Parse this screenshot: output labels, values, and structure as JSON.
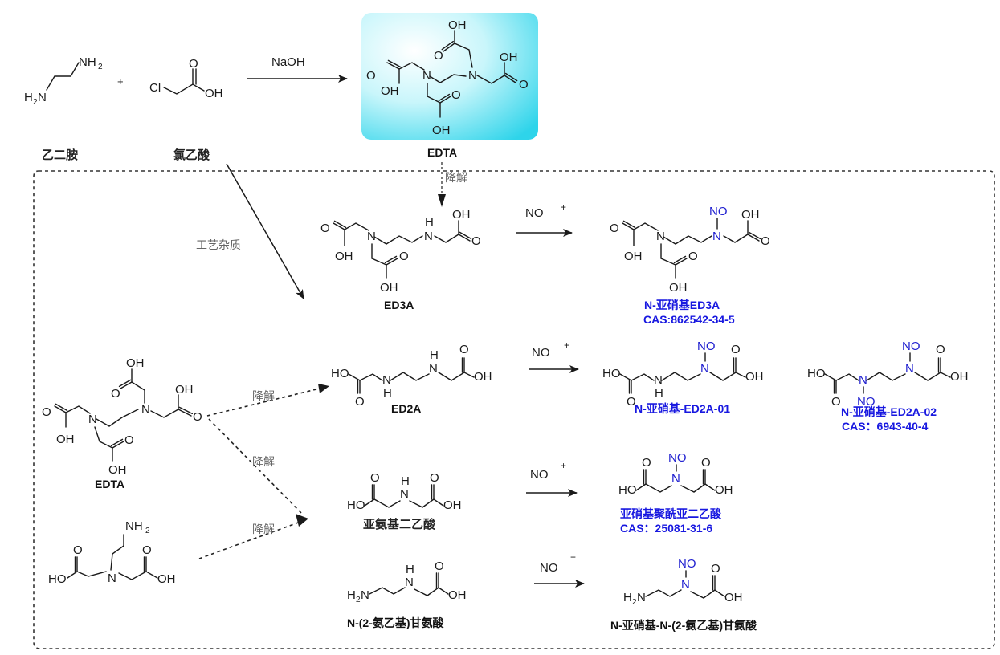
{
  "reactants": {
    "ethylenediamine": {
      "name": "乙二胺",
      "atoms": {
        "nh2_top": "NH",
        "nh2_sub": "2",
        "h2n_left": "H",
        "h2n_sub": "2",
        "h2n_n": "N"
      }
    },
    "plus": "+",
    "chloroacetic_acid": {
      "name": "氯乙酸",
      "atoms": {
        "cl": "Cl",
        "o": "O",
        "oh": "OH"
      }
    }
  },
  "main_reaction": {
    "reagent": "NaOH"
  },
  "edta_product": {
    "name": "EDTA",
    "highlight_color": "#39d9ee",
    "atoms": {
      "oh": "OH",
      "o": "O",
      "n": "N"
    }
  },
  "pathways": {
    "process_impurity_label": "工艺杂质",
    "degradation_label": "降解"
  },
  "compounds": {
    "ed3a": {
      "name": "ED3A"
    },
    "ed3a_nitroso": {
      "name": "N-亚硝基ED3A",
      "cas": "CAS:862542-34-5"
    },
    "ed2a": {
      "name": "ED2A"
    },
    "ed2a_nitroso_01": {
      "name": "N-亚硝基-ED2A-01"
    },
    "ed2a_nitroso_02": {
      "name": "N-亚硝基-ED2A-02",
      "cas": "CAS：6943-40-4"
    },
    "edta_left": {
      "name": "EDTA"
    },
    "iminodiacetic": {
      "name": "亚氨基二乙酸"
    },
    "iminodiacetic_nitroso": {
      "name": "亚硝基聚酰亚二乙酸",
      "cas": "CAS：25081-31-6"
    },
    "aeg": {
      "name": "N-(2-氨乙基)甘氨酸"
    },
    "aeg_nitroso": {
      "name": "N-亚硝基-N-(2-氨乙基)甘氨酸"
    }
  },
  "nitrosation": {
    "reagent": "NO",
    "charge": "+"
  },
  "atom_labels": {
    "n": "N",
    "h": "H",
    "o": "O",
    "oh": "OH",
    "ho": "HO",
    "no": "NO",
    "h2n": "H",
    "two": "2"
  },
  "colors": {
    "nitroso_blue": "#2020d0",
    "highlight": "#39d9ee"
  }
}
